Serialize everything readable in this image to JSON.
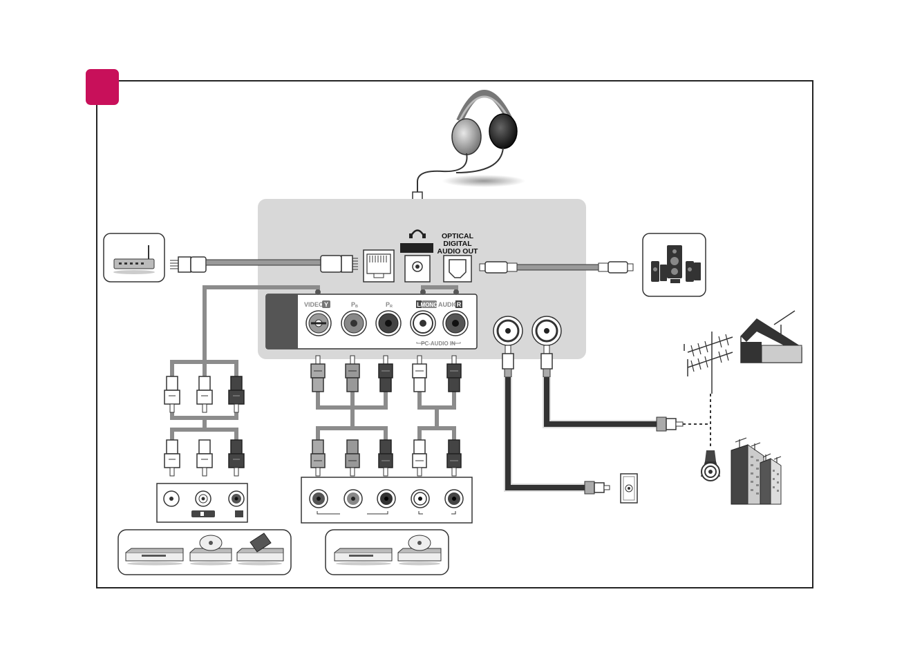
{
  "panel": {
    "optical_line1": "OPTICAL",
    "optical_line2": "DIGITAL",
    "optical_line3": "AUDIO OUT",
    "video_y_label": "VIDEO/",
    "y_badge": "Y",
    "pb_label": "P",
    "pb_sub": "B",
    "pr_label": "P",
    "pr_sub": "R",
    "l_label": "L",
    "mono_badge": "MONO",
    "audio_label": "AUDIO",
    "r_badge": "R",
    "pc_audio_in": "PC-AUDIO IN"
  },
  "colors": {
    "step_badge": "#c8105a",
    "panel_bg": "#d8d8d8",
    "cable_gray": "#8c8c8c",
    "cable_dark": "#333333",
    "frame": "#222222"
  },
  "icons": {
    "router": "router-icon",
    "headphones": "headphones-icon",
    "speakers": "home-theater-speakers-icon",
    "antenna": "antenna-icon",
    "building": "apartment-building-icon",
    "wall_socket": "antenna-wall-socket-icon"
  }
}
